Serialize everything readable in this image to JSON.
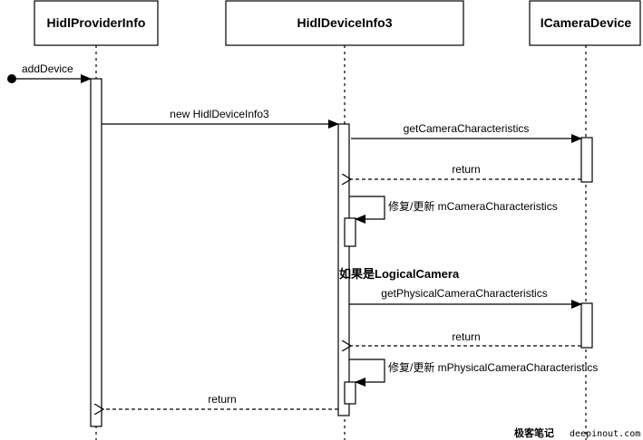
{
  "diagram": {
    "type": "sequence",
    "participants": [
      {
        "id": "p1",
        "label": "HidlProviderInfo"
      },
      {
        "id": "p2",
        "label": "HidlDeviceInfo3"
      },
      {
        "id": "p3",
        "label": "ICameraDevice"
      }
    ],
    "messages": [
      {
        "from": "start",
        "to": "p1",
        "label": "addDevice",
        "kind": "found-call"
      },
      {
        "from": "p1",
        "to": "p2",
        "label": "new HidlDeviceInfo3",
        "kind": "call"
      },
      {
        "from": "p2",
        "to": "p3",
        "label": "getCameraCharacteristics",
        "kind": "call"
      },
      {
        "from": "p3",
        "to": "p2",
        "label": "return",
        "kind": "return"
      },
      {
        "from": "p2",
        "to": "p2",
        "label": "修复/更新 mCameraCharacteristics",
        "kind": "self"
      },
      {
        "from": "p2",
        "to": "p3",
        "label": "getPhysicalCameraCharacteristics",
        "kind": "call"
      },
      {
        "from": "p3",
        "to": "p2",
        "label": "return",
        "kind": "return"
      },
      {
        "from": "p2",
        "to": "p2",
        "label": "修复/更新 mPhysicalCameraCharacteristics",
        "kind": "self"
      },
      {
        "from": "p2",
        "to": "p1",
        "label": "return",
        "kind": "return"
      }
    ],
    "notes": [
      {
        "label": "如果是LogicalCamera"
      }
    ]
  },
  "watermark": {
    "chinese": "极客笔记",
    "site": "deepinout.com"
  }
}
